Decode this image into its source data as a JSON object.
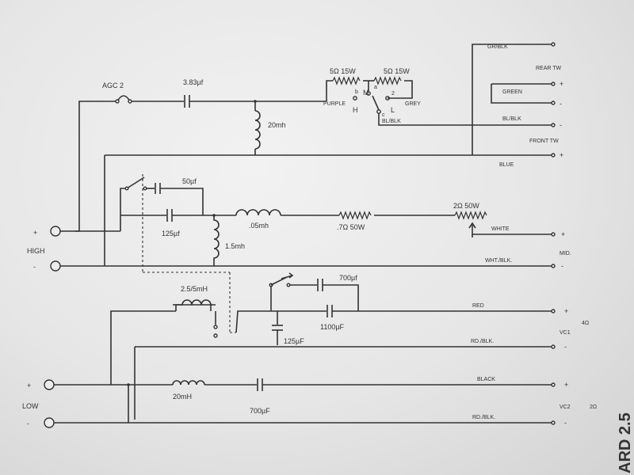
{
  "colors": {
    "paper": "#e9e9e9",
    "ink": "#333333"
  },
  "terminals": {
    "high_plus": "+",
    "high_minus": "-",
    "high_label": "HIGH",
    "low_plus": "+",
    "low_minus": "-",
    "low_label": "LOW"
  },
  "components": {
    "fuse": "AGC 2",
    "cap_383": "3.83µf",
    "ind_20": "20mh",
    "res_5a": "5Ω 15W",
    "res_5b": "5Ω 15W",
    "purple": "PURPLE",
    "grey": "GREY",
    "bl_blk_inner": "BL/BLK",
    "sw_h": "H",
    "sw_m": "M",
    "sw_l": "L",
    "sw_b": "b",
    "sw_a": "a",
    "sw_c": "c",
    "sw_2": "2",
    "cap_50": "50µf",
    "cap_125a": "125µf",
    "ind_05": ".05mh",
    "res_7": ".7Ω 50W",
    "res_2": "2Ω 50W",
    "ind_15": "1.5mh",
    "ind_25": "2.5/5mH",
    "cap_700a": "700µf",
    "cap_1100": "1100µF",
    "cap_125b": "125µF",
    "ind_20mh": "20mH",
    "cap_700b": "700µF"
  },
  "wires": {
    "gr_blk": "GR/BLK",
    "rear_tw": "REAR TW",
    "green": "GREEN",
    "bl_blk": "BL/BLK",
    "front_tw": "FRONT TW",
    "blue": "BLUE",
    "white": "WHITE",
    "wht_blk": "WHT./BLK.",
    "mid": "MID.",
    "red": "RED",
    "rd_blk_1": "RD./BLK.",
    "vc1": "VC1",
    "ohm4": "4Ω",
    "black": "BLACK",
    "rd_blk_2": "RD./BLK.",
    "vc2": "VC2",
    "ohm2": "2Ω"
  },
  "output_signs": {
    "rear_plus": "+",
    "rear_minus": "-",
    "front_plus": "+",
    "front_minus": "-",
    "mid_plus": "+",
    "mid_minus": "-",
    "vc1_plus": "+",
    "vc1_minus": "-",
    "vc2_plus": "+",
    "vc2_minus": "-"
  },
  "page_stamp": "ARD 2.5"
}
